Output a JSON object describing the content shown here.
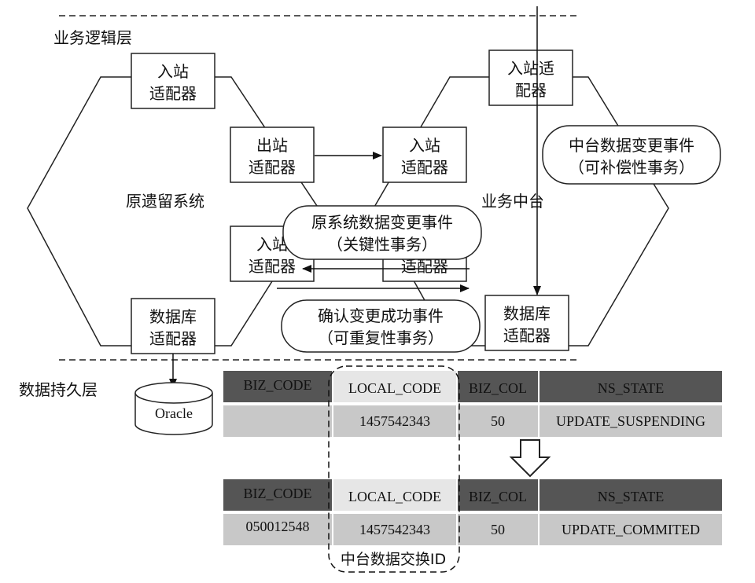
{
  "layers": {
    "business": "业务逻辑层",
    "persistence": "数据持久层"
  },
  "systems": {
    "legacy": "原遗留系统",
    "middle": "业务中台"
  },
  "adapters": {
    "legacy_inbound_top": [
      "入站",
      "适配器"
    ],
    "legacy_outbound": [
      "出站",
      "适配器"
    ],
    "legacy_inbound_bottom": [
      "入站",
      "适配器"
    ],
    "legacy_db": [
      "数据库",
      "适配器"
    ],
    "middle_inbound_top": [
      "入站适",
      "配器"
    ],
    "middle_inbound_mid": [
      "入站",
      "适配器"
    ],
    "middle_outbound_bottom": [
      "",
      "适配器"
    ],
    "middle_db": [
      "数据库",
      "适配器"
    ]
  },
  "events": {
    "middle_change": [
      "中台数据变更事件",
      "（可补偿性事务）"
    ],
    "legacy_change": [
      "原系统数据变更事件",
      "（关键性事务）"
    ],
    "confirm": [
      "确认变更成功事件",
      "（可重复性事务）"
    ]
  },
  "database": "Oracle",
  "tables": {
    "headers": [
      "BIZ_CODE",
      "LOCAL_CODE",
      "BIZ_COL",
      "NS_STATE"
    ],
    "before": [
      "",
      "1457542343",
      "50",
      "UPDATE_SUSPENDING"
    ],
    "after": [
      "050012548",
      "1457542343",
      "50",
      "UPDATE_COMMITED"
    ]
  },
  "exchange_id_label": "中台数据交换ID",
  "colors": {
    "header_bg": "#555555",
    "header_col2_bg": "#e6e6e6",
    "row_bg": "#c8c8c8"
  }
}
